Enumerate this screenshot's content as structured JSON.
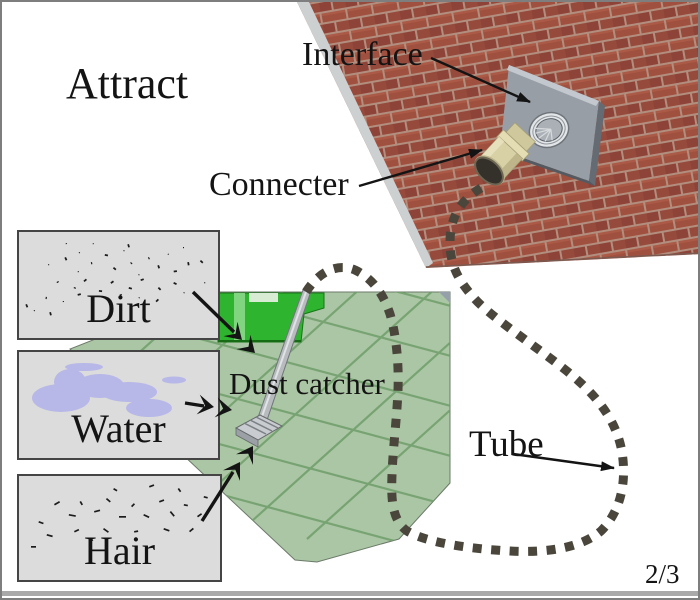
{
  "slide": {
    "title": "Attract",
    "page_number": "2/3",
    "annotations": {
      "interface": "Interface",
      "connecter": "Connecter",
      "dust_catcher": "Dust catcher",
      "tube": "Tube"
    },
    "input_boxes": [
      {
        "id": "dirt",
        "label": "Dirt"
      },
      {
        "id": "water",
        "label": "Water"
      },
      {
        "id": "hair",
        "label": "Hair"
      }
    ],
    "colors": {
      "brick": "#9c4b3c",
      "mortar": "#b28e7e",
      "floor_green": "#abc6a4",
      "floor_grid": "#6f9e6b",
      "machine_green": "#2fb42f",
      "box_fill": "#dcdcdc",
      "water_blob": "#b7b7e8",
      "tube_dot": "#4a463b",
      "plate_gray": "#979ea6",
      "connector_beige": "#d8d1a5",
      "text": "#141414"
    }
  }
}
